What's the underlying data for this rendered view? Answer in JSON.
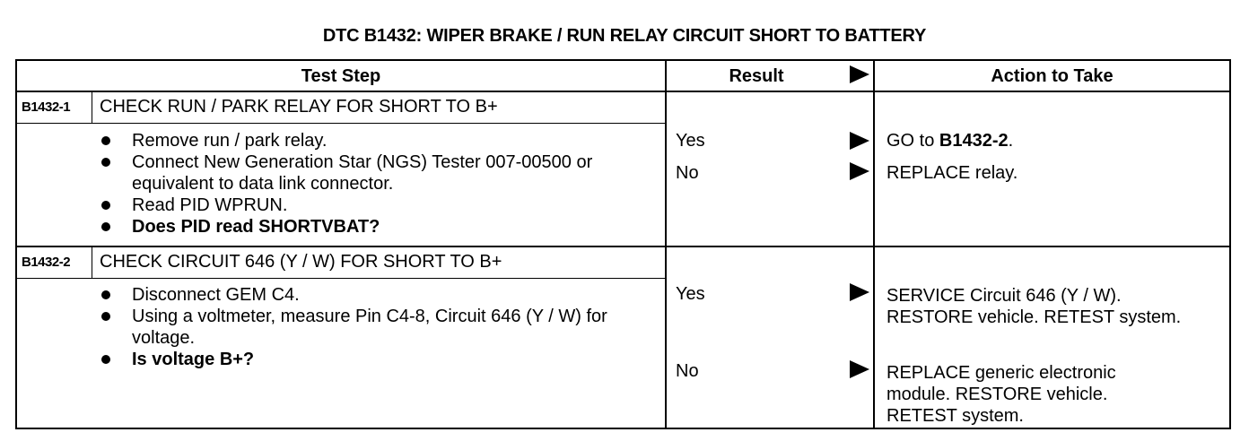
{
  "title": "DTC B1432: WIPER BRAKE / RUN RELAY CIRCUIT SHORT TO BATTERY",
  "headers": {
    "test_step": "Test Step",
    "result": "Result",
    "action": "Action to Take"
  },
  "steps": [
    {
      "id": "B1432-1",
      "title": "CHECK RUN / PARK RELAY FOR SHORT TO B+",
      "bullets": [
        "Remove run / park relay.",
        "Connect New Generation Star (NGS) Tester 007-00500 or equivalent to data link connector.",
        "Read PID WPRUN.",
        "Does PID read SHORTVBAT?"
      ],
      "results": [
        {
          "result": "Yes",
          "action_prefix": "GO to ",
          "action_bold": "B1432-2",
          "action_suffix": "."
        },
        {
          "result": "No",
          "action_prefix": "REPLACE relay.",
          "action_bold": "",
          "action_suffix": ""
        }
      ]
    },
    {
      "id": "B1432-2",
      "title": "CHECK CIRCUIT 646 (Y / W) FOR SHORT TO B+",
      "bullets": [
        "Disconnect GEM C4.",
        "Using a voltmeter, measure Pin C4-8, Circuit 646 (Y / W) for voltage.",
        "Is voltage B+?"
      ],
      "results": [
        {
          "result": "Yes",
          "action": "SERVICE Circuit 646 (Y / W). RESTORE vehicle. RETEST system."
        },
        {
          "result": "No",
          "action": "REPLACE generic electronic module. RESTORE vehicle. RETEST system."
        }
      ]
    }
  ]
}
